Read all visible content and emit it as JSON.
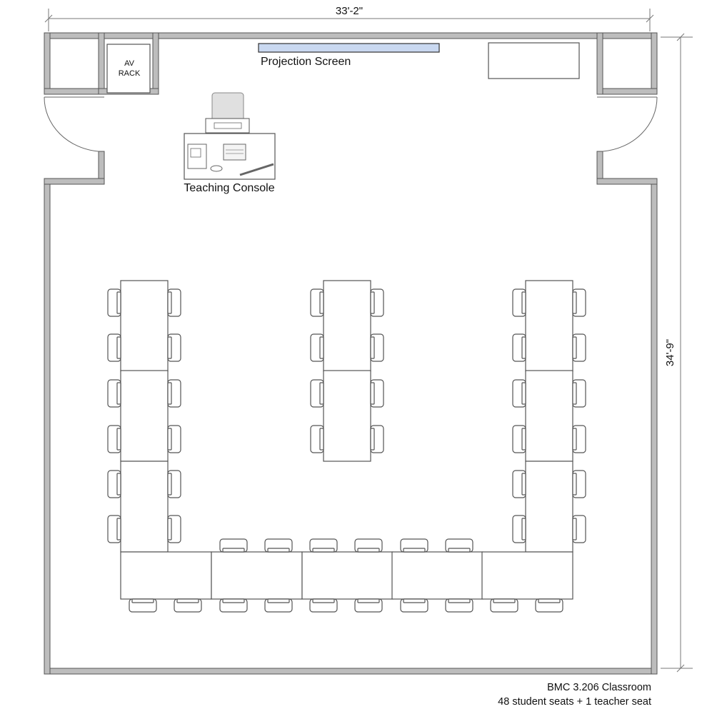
{
  "dimensions": {
    "width_label": "33'-2\"",
    "height_label": "34'-9\""
  },
  "labels": {
    "projection_screen": "Projection Screen",
    "av_rack_line1": "AV",
    "av_rack_line2": "RACK",
    "teaching_console": "Teaching Console"
  },
  "caption": {
    "room": "BMC 3.206 Classroom",
    "capacity": "48 student seats + 1 teacher seat"
  },
  "colors": {
    "wall": "#bdbdbd",
    "screen": "#c9d8f0",
    "line": "#555555"
  },
  "seating": {
    "student_seats": 48,
    "teacher_seats": 1,
    "layout": "U-shape with center island"
  }
}
